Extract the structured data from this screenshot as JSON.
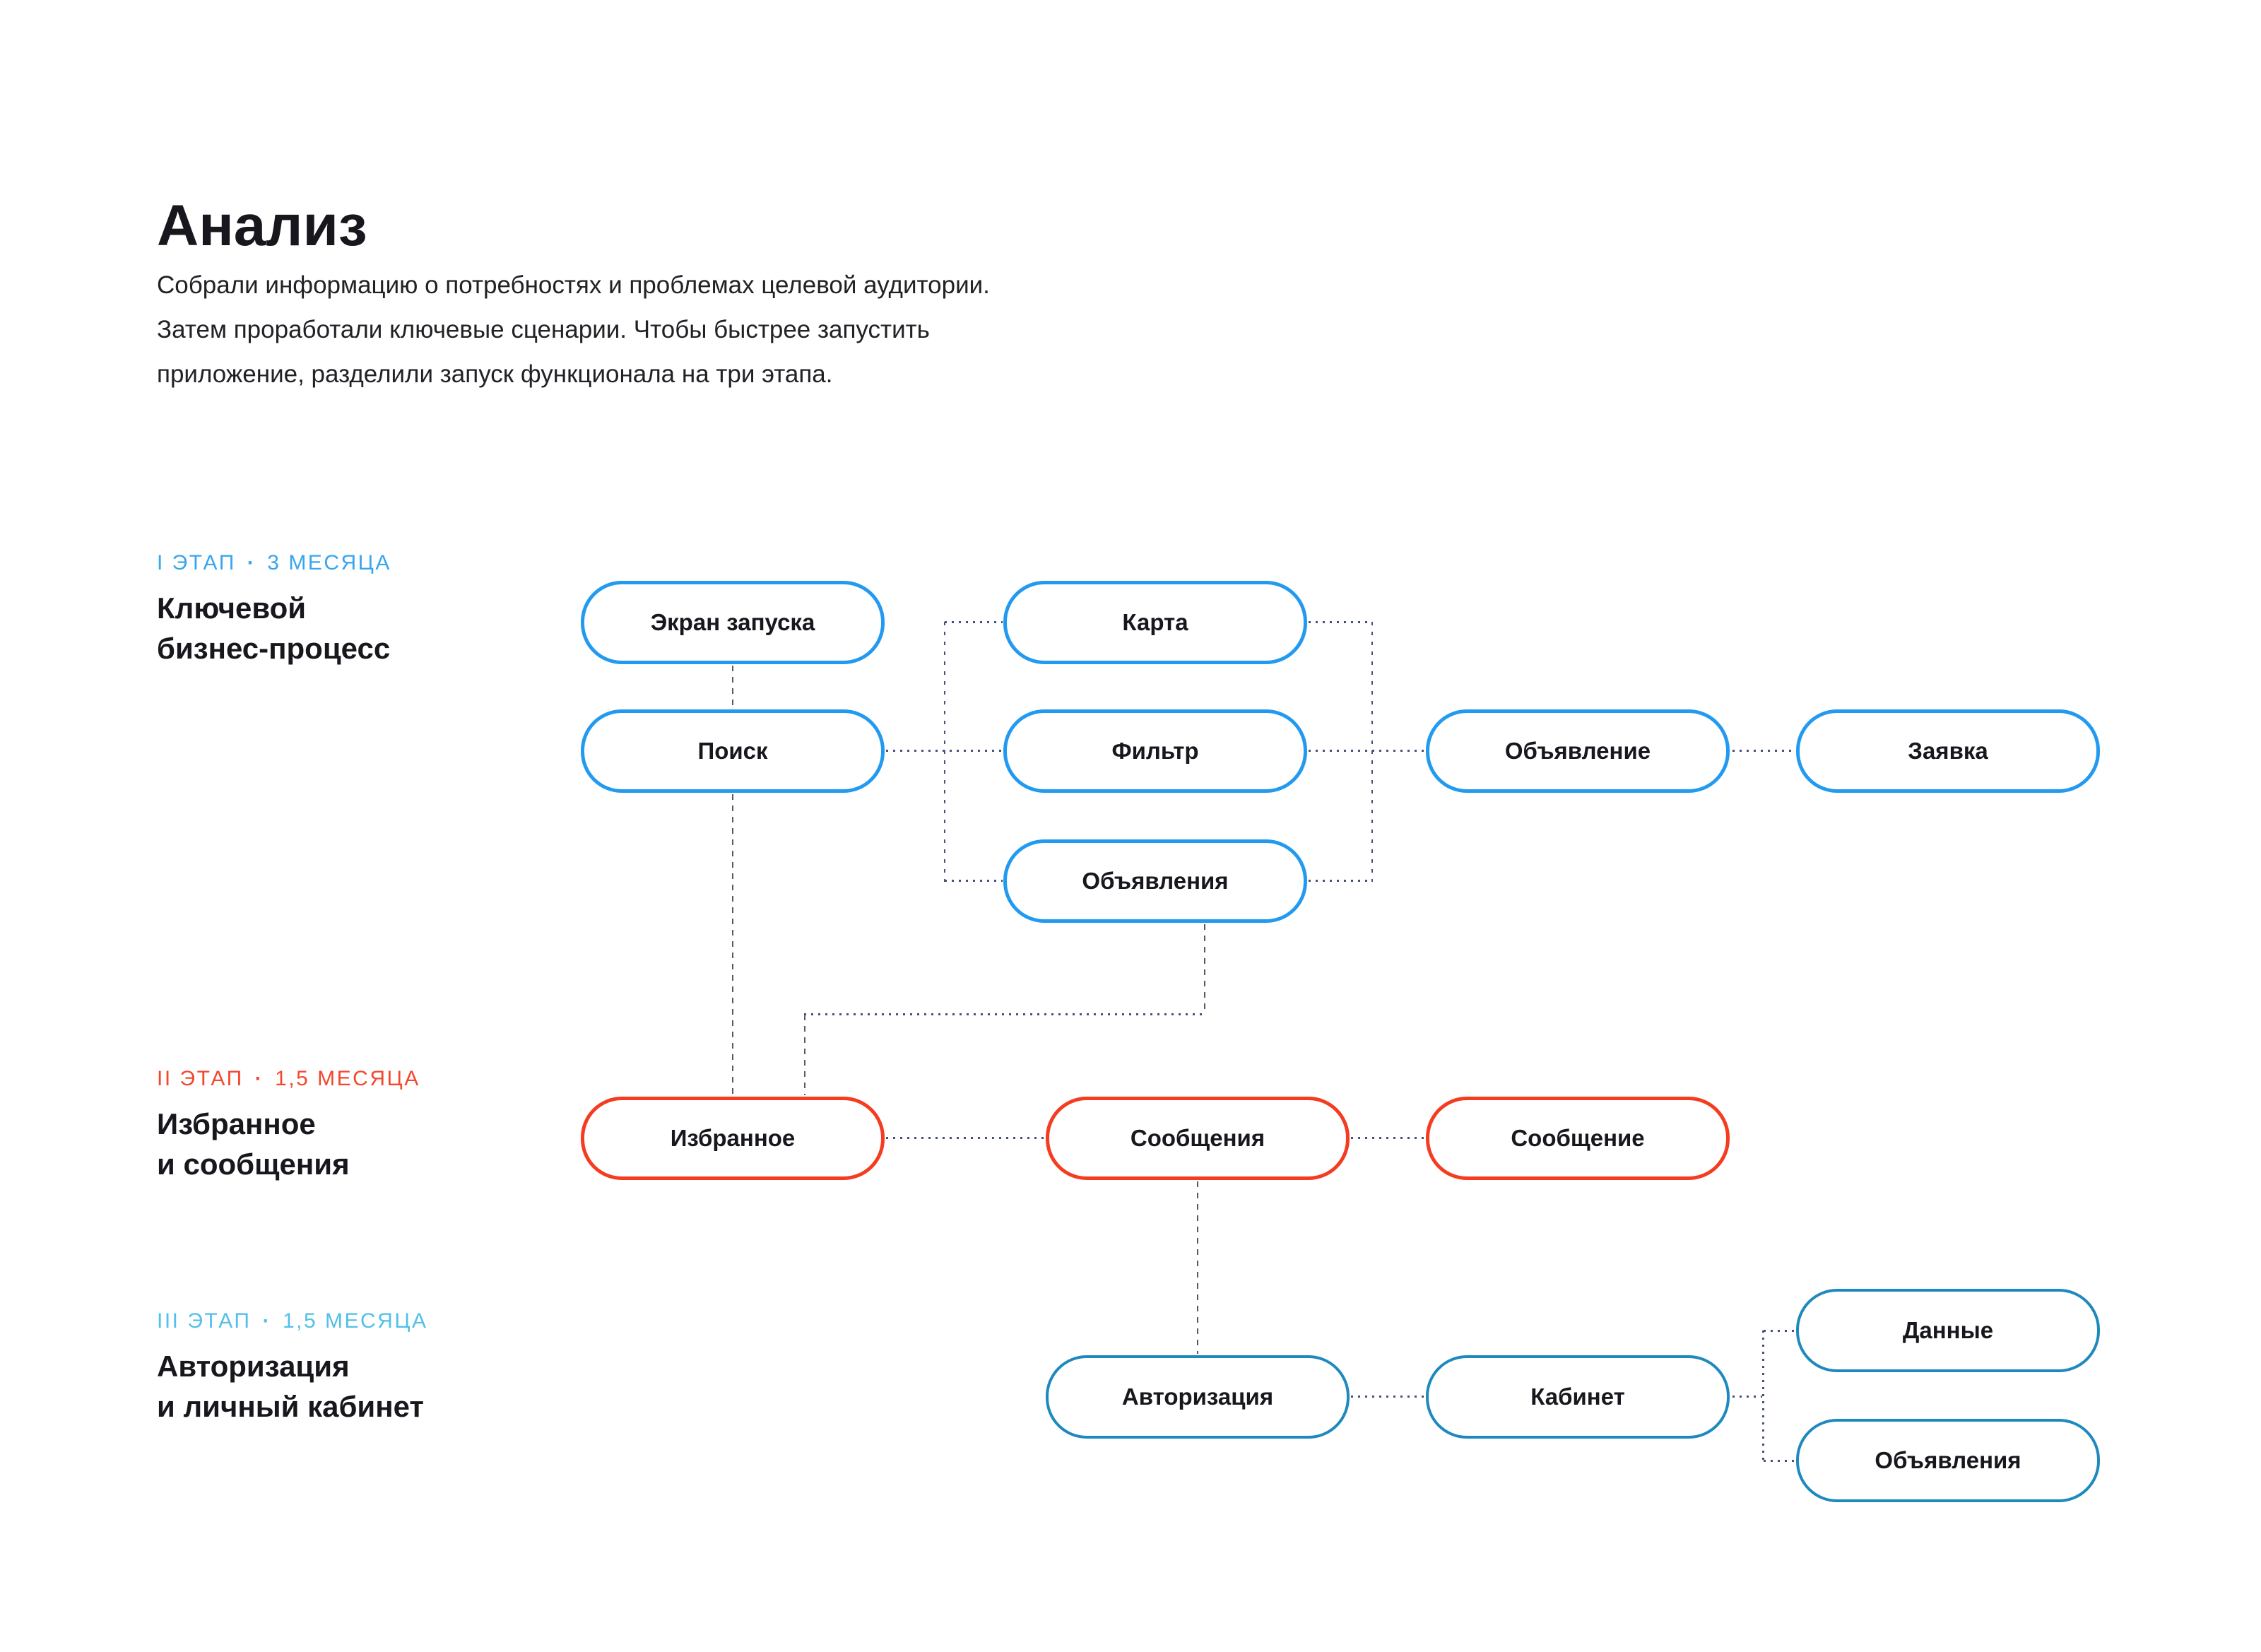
{
  "page": {
    "title": "Анализ",
    "description": [
      "Собрали информацию о потребностях и проблемах целевой аудитории.",
      "Затем проработали ключевые сценарии. Чтобы быстрее запустить",
      "приложение, разделили запуск функционала на три этапа."
    ]
  },
  "colors": {
    "stage1_label": "#38a5ef",
    "stage1_node_border": "#229af0",
    "stage2_label": "#f4472e",
    "stage2_node_border": "#f53b20",
    "stage3_label": "#52c0e8",
    "stage3_node_border": "#1e89be",
    "connector": "#46517a",
    "text": "#17171d"
  },
  "stages": [
    {
      "phase": "I ЭТАП",
      "separator": "·",
      "duration": "3 МЕСЯЦА",
      "heading": [
        "Ключевой",
        "бизнес-процесс"
      ]
    },
    {
      "phase": "II ЭТАП",
      "separator": "·",
      "duration": "1,5 МЕСЯЦА",
      "heading": [
        "Избранное",
        "и сообщения"
      ]
    },
    {
      "phase": "III ЭТАП",
      "separator": "·",
      "duration": "1,5 МЕСЯЦА",
      "heading": [
        "Авторизация",
        "и личный кабинет"
      ]
    }
  ],
  "nodes": {
    "ekran_zapuska": "Экран запуска",
    "karta": "Карта",
    "poisk": "Поиск",
    "filtr": "Фильтр",
    "obyavlenie": "Объявление",
    "zayavka": "Заявка",
    "obyavleniya": "Объявления",
    "izbrannoe": "Избранное",
    "soobshcheniya": "Сообщения",
    "soobshchenie": "Сообщение",
    "avtorizaciya": "Авторизация",
    "kabinet": "Кабинет",
    "dannye": "Данные",
    "obyavleniya_lk": "Объявления"
  }
}
